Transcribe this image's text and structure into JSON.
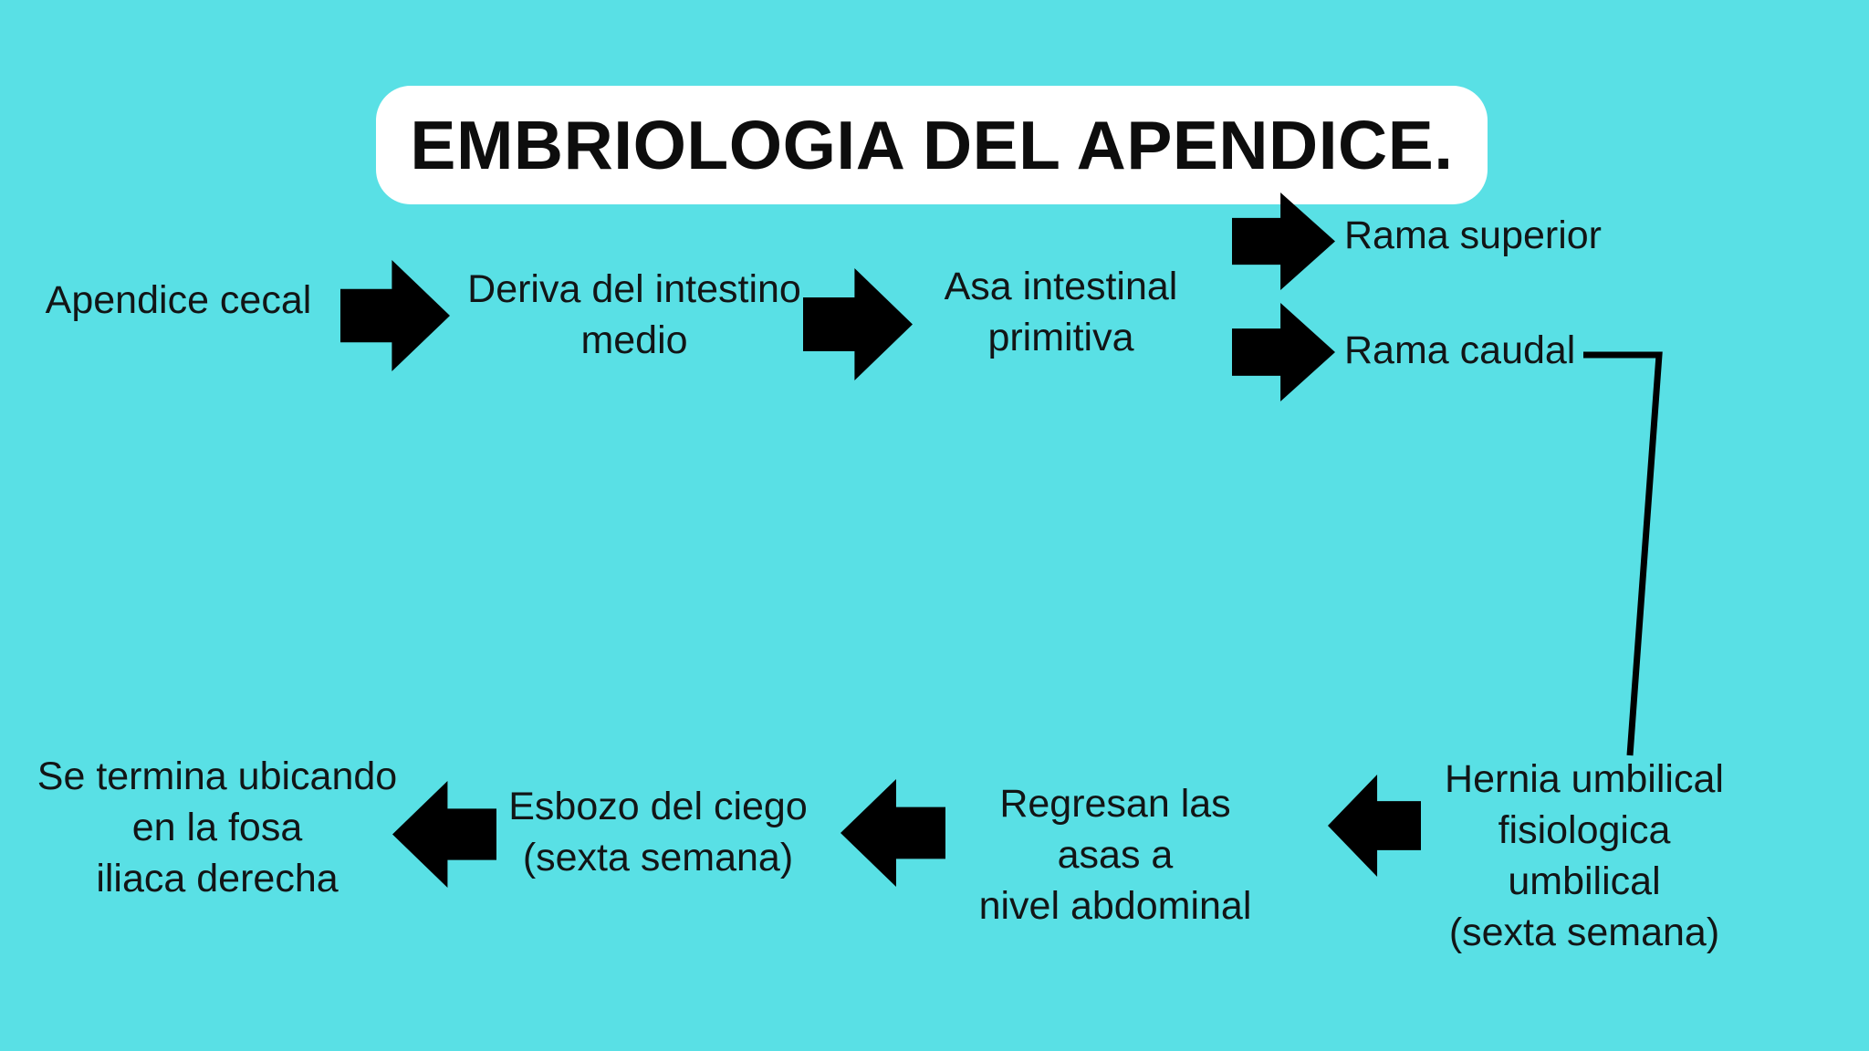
{
  "colors": {
    "background": "#59e0e5",
    "text": "#121516",
    "title_background": "#ffffff",
    "title_text": "#0d0d0d",
    "arrow": "#000000"
  },
  "title": "EMBRIOLOGIA DEL APENDICE.",
  "top_flow": {
    "step_1": "Apendice cecal",
    "step_2": "Deriva del intestino\nmedio",
    "step_3": "Asa intestinal\nprimitiva",
    "branch_superior": "Rama superior",
    "branch_caudal": "Rama caudal"
  },
  "bottom_flow": {
    "step_4": "Hernia umbilical\nfisiologica umbilical\n(sexta semana)",
    "step_5": "Regresan las asas a\nnivel abdominal",
    "step_6": "Esbozo del ciego\n(sexta semana)",
    "step_7": "Se termina ubicando\nen la fosa\niliaca derecha"
  }
}
